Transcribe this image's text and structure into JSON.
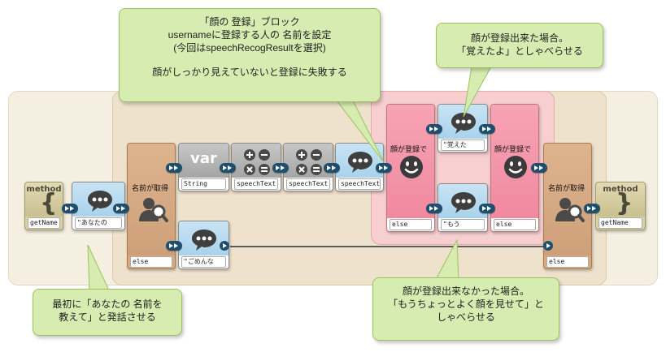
{
  "blocks": {
    "method_start": {
      "word": "method",
      "label": "getName"
    },
    "speak_anata": {
      "label": "\"あなたの"
    },
    "name_get_1": {
      "top_label": "名前が取得",
      "label": "else"
    },
    "var_string": {
      "word": "var",
      "label": "String"
    },
    "speech_text_1": {
      "label": "speechText"
    },
    "speech_text_2": {
      "label": "speechText"
    },
    "speech_text_3": {
      "label": "speechText"
    },
    "speak_gomen": {
      "label": "\"ごめんな"
    },
    "face_reg_1": {
      "top_label": "顔が登録で",
      "label": "else"
    },
    "speak_oboeta": {
      "label": "\"覚えた"
    },
    "speak_mou": {
      "label": "\"もう"
    },
    "face_reg_2": {
      "top_label": "顔が登録で",
      "label": "else"
    },
    "name_get_2": {
      "top_label": "名前が取得",
      "label": "else"
    },
    "method_end": {
      "word": "method",
      "label": "getName"
    }
  },
  "callouts": {
    "face_register": [
      "「顔の 登録」ブロック",
      "usernameに登録する人の 名前を設定",
      "(今回はspeechRecogResultを選択)",
      "",
      "顔がしっかり見えていないと登録に失敗する"
    ],
    "success": [
      "顔が登録出来た場合。",
      "「覚えたよ」としゃべらせる"
    ],
    "first": [
      "最初に「あなたの 名前を",
      "教えて」と発話させる"
    ],
    "fail": [
      "顔が登録出来なかった場合。",
      "「もうちょっとよく顔を見せて」と",
      "しゃべらせる"
    ]
  },
  "icons": {
    "speech": "speech-bubble-icon",
    "face": "smiley-face-icon",
    "person": "person-search-icon",
    "ops": "plus-minus-times-equals-icon"
  },
  "colors": {
    "callout_bg": "#d7ecb0",
    "zone_pink": "#f7cfd0",
    "block_tan": "#d8aa82",
    "block_pink": "#f089a0",
    "arrow": "#1f4f6e"
  }
}
